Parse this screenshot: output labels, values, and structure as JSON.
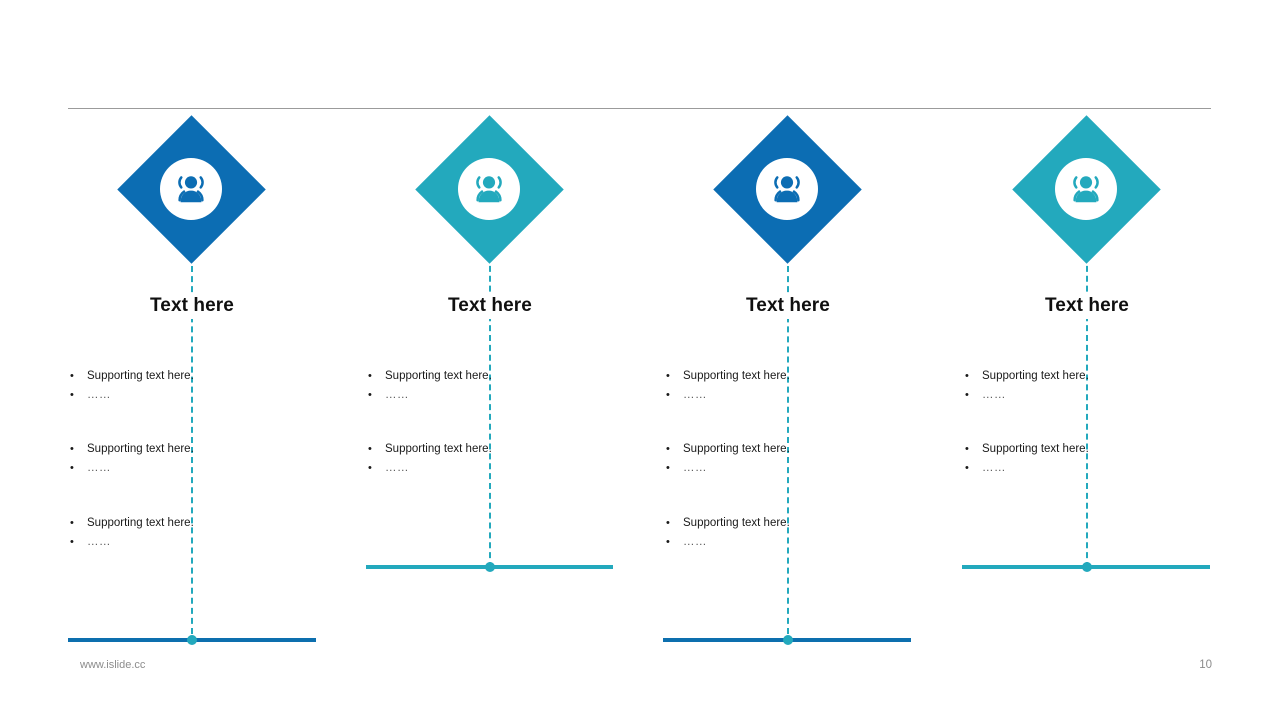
{
  "slide": {
    "page_number": "10",
    "footer_url": "www.islide.cc",
    "colors": {
      "blue": "#0C6DB3",
      "teal": "#23A9BD",
      "bar_blue": "#0D6FAE",
      "bar_teal": "#23A9BD",
      "rule_gray": "#9B9B9B",
      "heading_text": "#101010",
      "body_text": "#1A1A1A",
      "footer_text": "#8C8C8C"
    },
    "divider": {
      "name": "top-divider-rule"
    }
  },
  "columns": [
    {
      "icon": "people-group-icon",
      "accent": "blue",
      "heading": "Text here",
      "bar_accent": "blue",
      "groups": [
        {
          "primary": "Supporting text here.",
          "secondary": "……"
        },
        {
          "primary": "Supporting text here.",
          "secondary": "……"
        },
        {
          "primary": "Supporting text here.",
          "secondary": "……"
        }
      ]
    },
    {
      "icon": "people-group-icon",
      "accent": "teal",
      "heading": "Text here",
      "bar_accent": "teal",
      "groups": [
        {
          "primary": "Supporting text here.",
          "secondary": "……"
        },
        {
          "primary": "Supporting text here.",
          "secondary": "……"
        }
      ]
    },
    {
      "icon": "people-group-icon",
      "accent": "blue",
      "heading": "Text here",
      "bar_accent": "blue",
      "groups": [
        {
          "primary": "Supporting text here.",
          "secondary": "……"
        },
        {
          "primary": "Supporting text here.",
          "secondary": "……"
        },
        {
          "primary": "Supporting text here.",
          "secondary": "……"
        }
      ]
    },
    {
      "icon": "people-group-icon",
      "accent": "teal",
      "heading": "Text here",
      "bar_accent": "teal",
      "groups": [
        {
          "primary": "Supporting text here.",
          "secondary": "……"
        },
        {
          "primary": "Supporting text here.",
          "secondary": "……"
        }
      ]
    }
  ],
  "bullet_glyph": "•"
}
